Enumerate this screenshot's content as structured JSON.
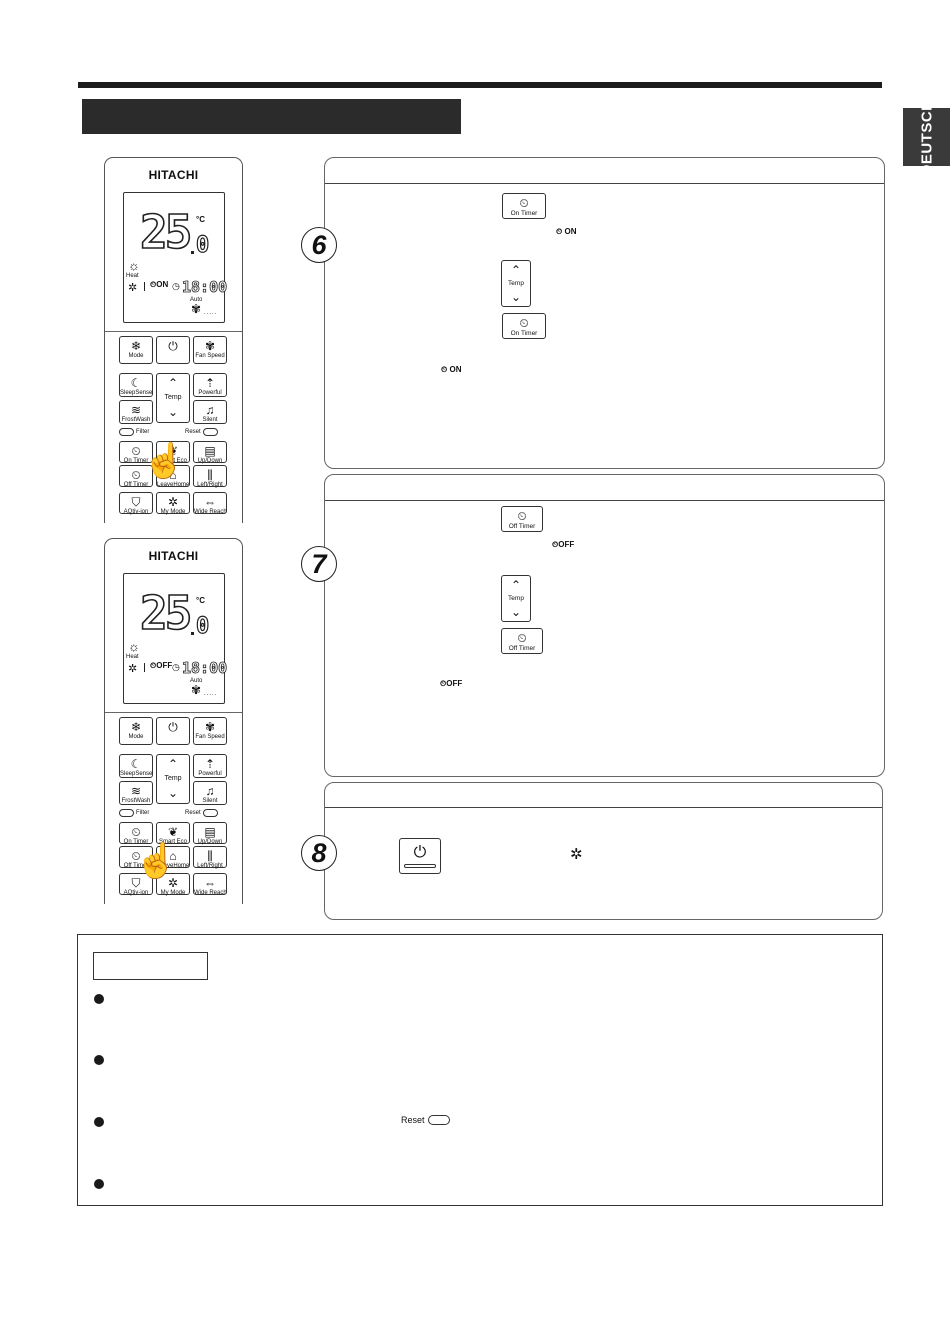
{
  "side_tab": {
    "language": "DEUTSCH"
  },
  "remote": {
    "brand": "HITACHI",
    "display": {
      "temperature": "25",
      "decimal": "0",
      "unit": "°C",
      "mode": "Heat",
      "clock": "18:00",
      "fan_mode": "Auto",
      "on_indicator": "ON",
      "off_indicator": "OFF"
    },
    "buttons": {
      "mode": "Mode",
      "fan_speed": "Fan Speed",
      "sleepsense": "SleepSense",
      "temp": "Temp",
      "powerful": "Powerful",
      "frostwash": "FrostWash",
      "silent": "Silent",
      "filter": "Filter",
      "reset": "Reset",
      "on_timer": "On Timer",
      "smart_eco": "Smart Eco",
      "up_down": "Up/Down",
      "off_timer": "Off Timer",
      "leavehome": "LeaveHome",
      "left_right": "Left/Right",
      "aqtiv_ion": "AQtiv-ion",
      "my_mode": "My Mode",
      "wide_reach": "Wide Reach"
    }
  },
  "steps": [
    {
      "number": "6",
      "button_top": "On Timer",
      "indicator": "ON",
      "temp_label": "Temp",
      "button_bottom": "On Timer",
      "indicator2": "ON"
    },
    {
      "number": "7",
      "button_top": "Off Timer",
      "indicator": "OFF",
      "temp_label": "Temp",
      "button_bottom": "Off Timer",
      "indicator2": "OFF"
    },
    {
      "number": "8"
    }
  ],
  "notes": {
    "reset_label": "Reset"
  },
  "icons": {
    "mode": "snowflake-sun-icon",
    "power": "power-icon",
    "fan": "fan-icon",
    "sleep": "moon-icon",
    "timer": "timer-icon",
    "heat": "sun-icon",
    "fan_person": "fan-person-icon"
  }
}
